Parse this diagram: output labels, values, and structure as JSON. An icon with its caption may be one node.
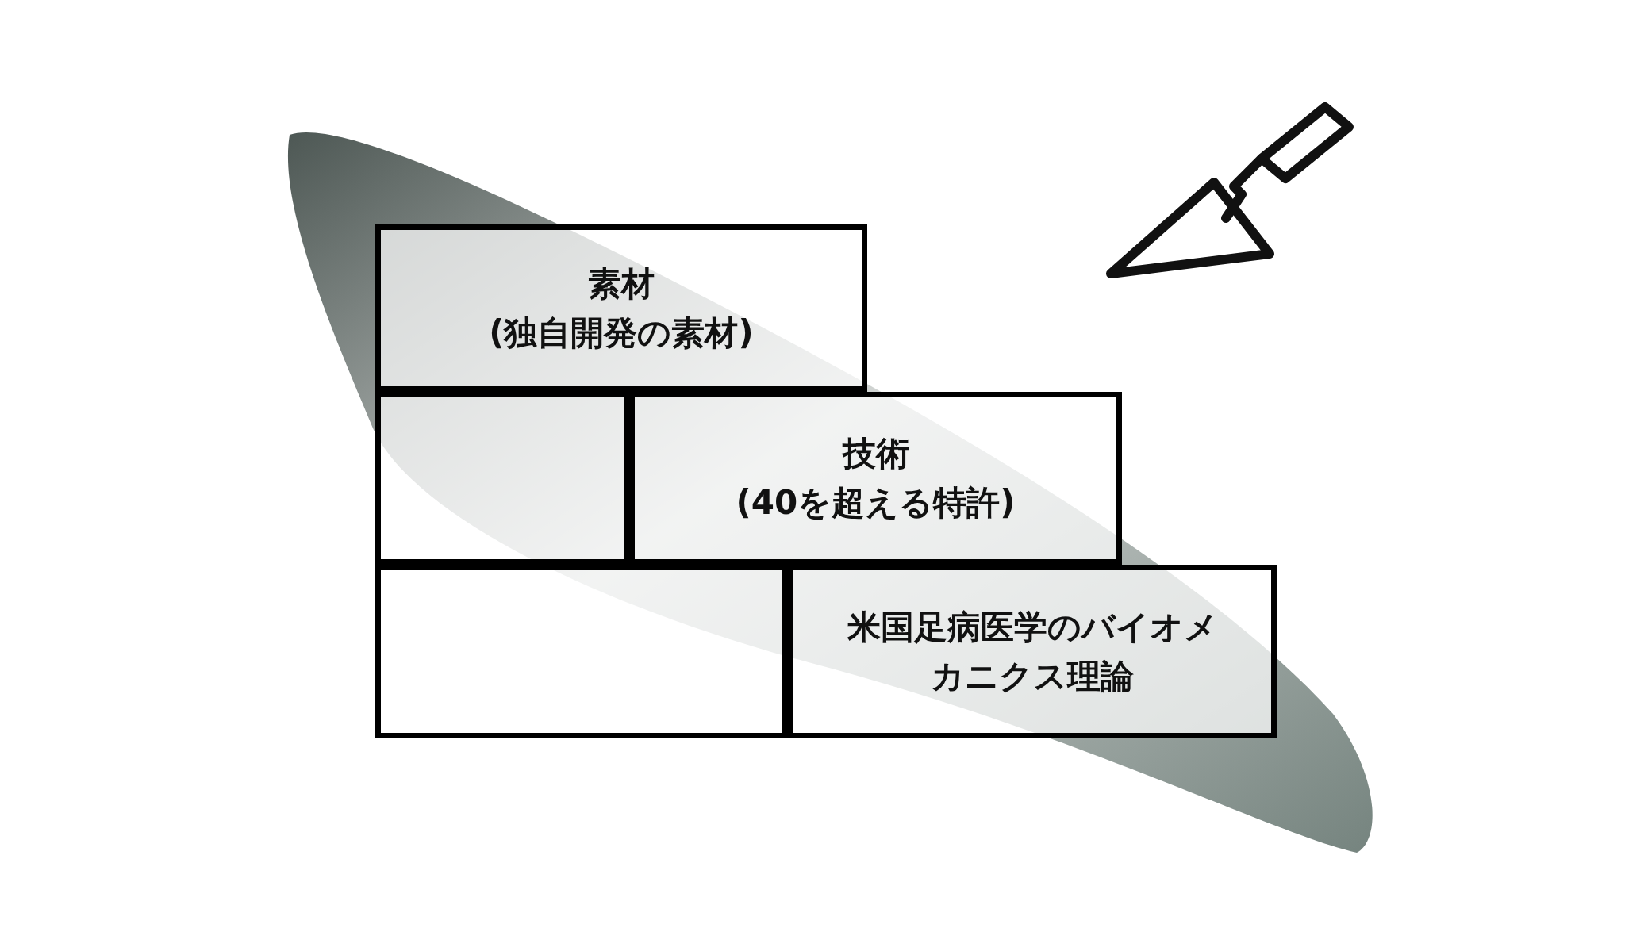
{
  "diagram": {
    "nodes": [
      {
        "text": [
          "素材",
          "(独自開発の素材)"
        ]
      },
      {
        "text": [],
        "shape": "box"
      },
      {
        "text": [
          "技術",
          "(40を超える特許)"
        ]
      },
      {
        "text": [],
        "shape": "box"
      },
      {
        "text": [
          "米国足病医学のバイオメカニクス理論"
        ]
      }
    ]
  }
}
